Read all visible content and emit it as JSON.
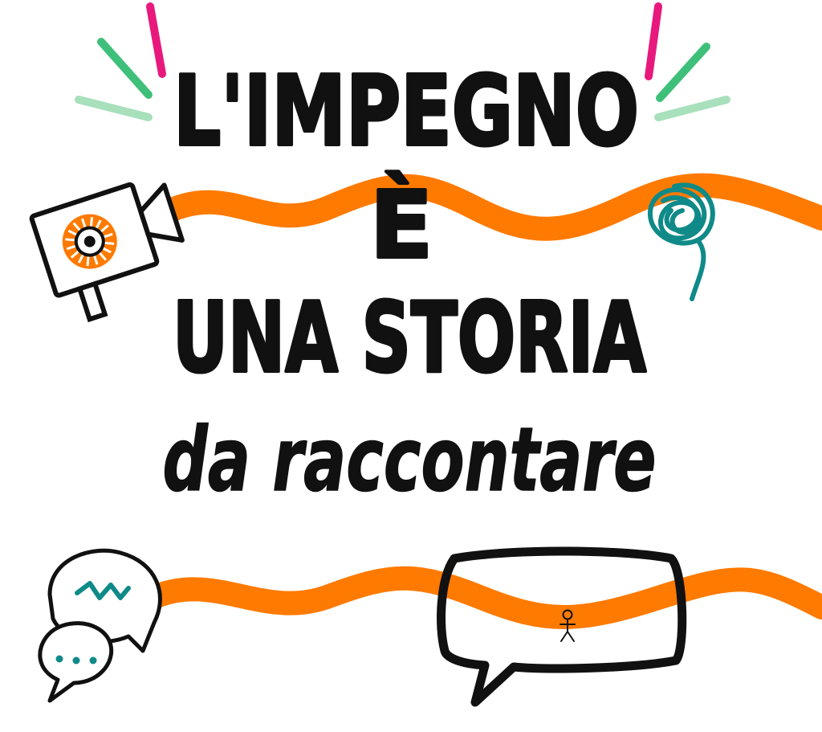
{
  "title": {
    "line1": "L'IMPEGNO",
    "line2": "È",
    "line3": "UNA STORIA",
    "line4": "da raccontare"
  },
  "icons": {
    "camera": "movie-camera-icon",
    "scribble": "tangled-scribble-icon",
    "chat_bubbles": "chat-bubbles-icon",
    "speech_bubble": "speech-bubble-icon",
    "person": "stick-figure-icon"
  },
  "colors": {
    "ink": "#111111",
    "orange": "#ff7a00",
    "teal": "#0f8a88",
    "magenta": "#e8197d",
    "green": "#3fc07a",
    "light_green": "#a8e0bc"
  }
}
